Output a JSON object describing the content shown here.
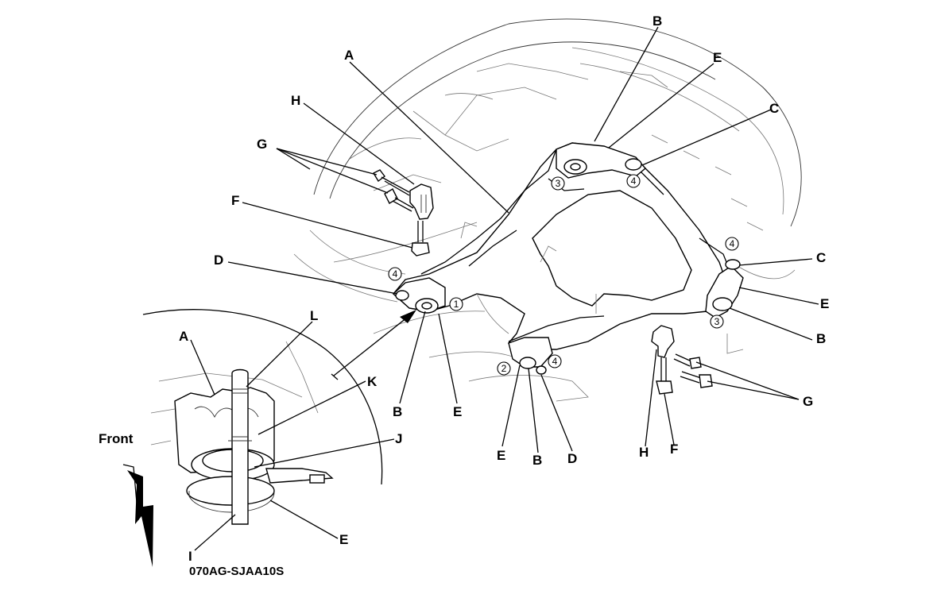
{
  "figure": {
    "code": "070AG-SJAA10S",
    "front_label": "Front"
  },
  "callouts": {
    "A_main": "A",
    "B_top": "B",
    "E_top": "E",
    "C_top": "C",
    "H_left": "H",
    "G_left": "G",
    "F_left": "F",
    "D_left": "D",
    "C_right": "C",
    "E_right": "E",
    "B_right": "B",
    "B_center": "B",
    "E_center": "E",
    "E_bottom": "E",
    "B_bottom": "B",
    "D_bottom": "D",
    "H_right": "H",
    "F_right": "F",
    "G_right": "G",
    "A_inset": "A",
    "L_inset": "L",
    "K_inset": "K",
    "J_inset": "J",
    "I_inset": "I",
    "E_inset": "E"
  },
  "sequence_numbers": {
    "n1": "1",
    "n2": "2",
    "n3_top": "3",
    "n3_right": "3",
    "n4_top": "4",
    "n4_right": "4",
    "n4_left": "4",
    "n4_bottom": "4"
  }
}
